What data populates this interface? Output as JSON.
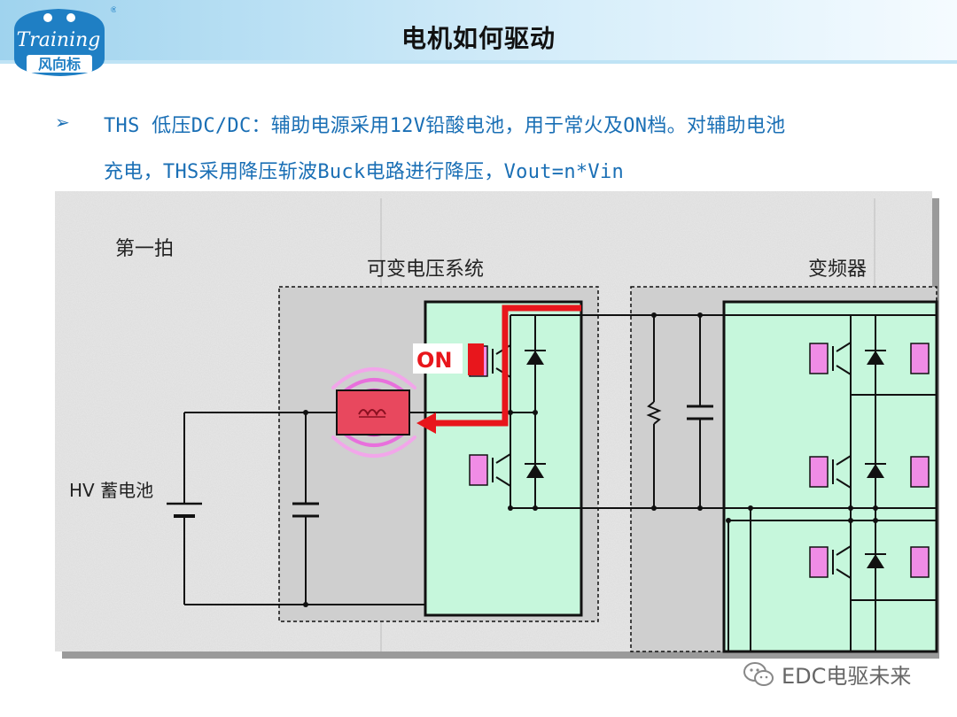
{
  "logo": {
    "script_text": "Training",
    "brand_text": "风向标",
    "registered_mark": "®"
  },
  "slide": {
    "title": "电机如何驱动"
  },
  "bullet": {
    "line1": "THS 低压DC/DC：辅助电源采用12V铅酸电池，用于常火及ON档。对辅助电池",
    "line2": "充电，THS采用降压斩波Buck电路进行降压，Vout=n*Vin"
  },
  "diagram": {
    "step_label": "第一拍",
    "section_converter": "可变电压系统",
    "section_inverter": "变频器",
    "battery_label": "HV 蓄电池",
    "on_label": "ON"
  },
  "watermark": {
    "text": "EDC电驱未来"
  },
  "colors": {
    "accent_blue": "#1a6fb5",
    "circuit_fill": "#c6f7dc",
    "switch_pink": "#f08ce6",
    "current_red": "#e8161c"
  }
}
